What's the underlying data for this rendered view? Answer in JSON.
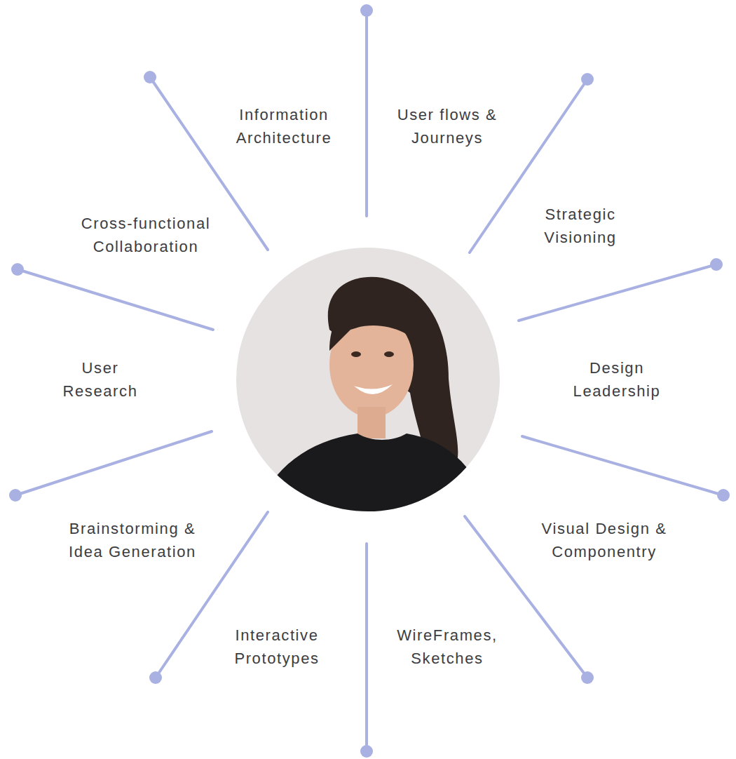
{
  "diagram": {
    "labels": [
      "Information Architecture",
      "User flows & Journeys",
      "Cross-functional Collaboration",
      "Strategic Visioning",
      "User Research",
      "Design Leadership",
      "Brainstorming & Idea Generation",
      "Visual Design & Componentry",
      "Interactive Prototypes",
      "WireFrames, Sketches"
    ]
  }
}
